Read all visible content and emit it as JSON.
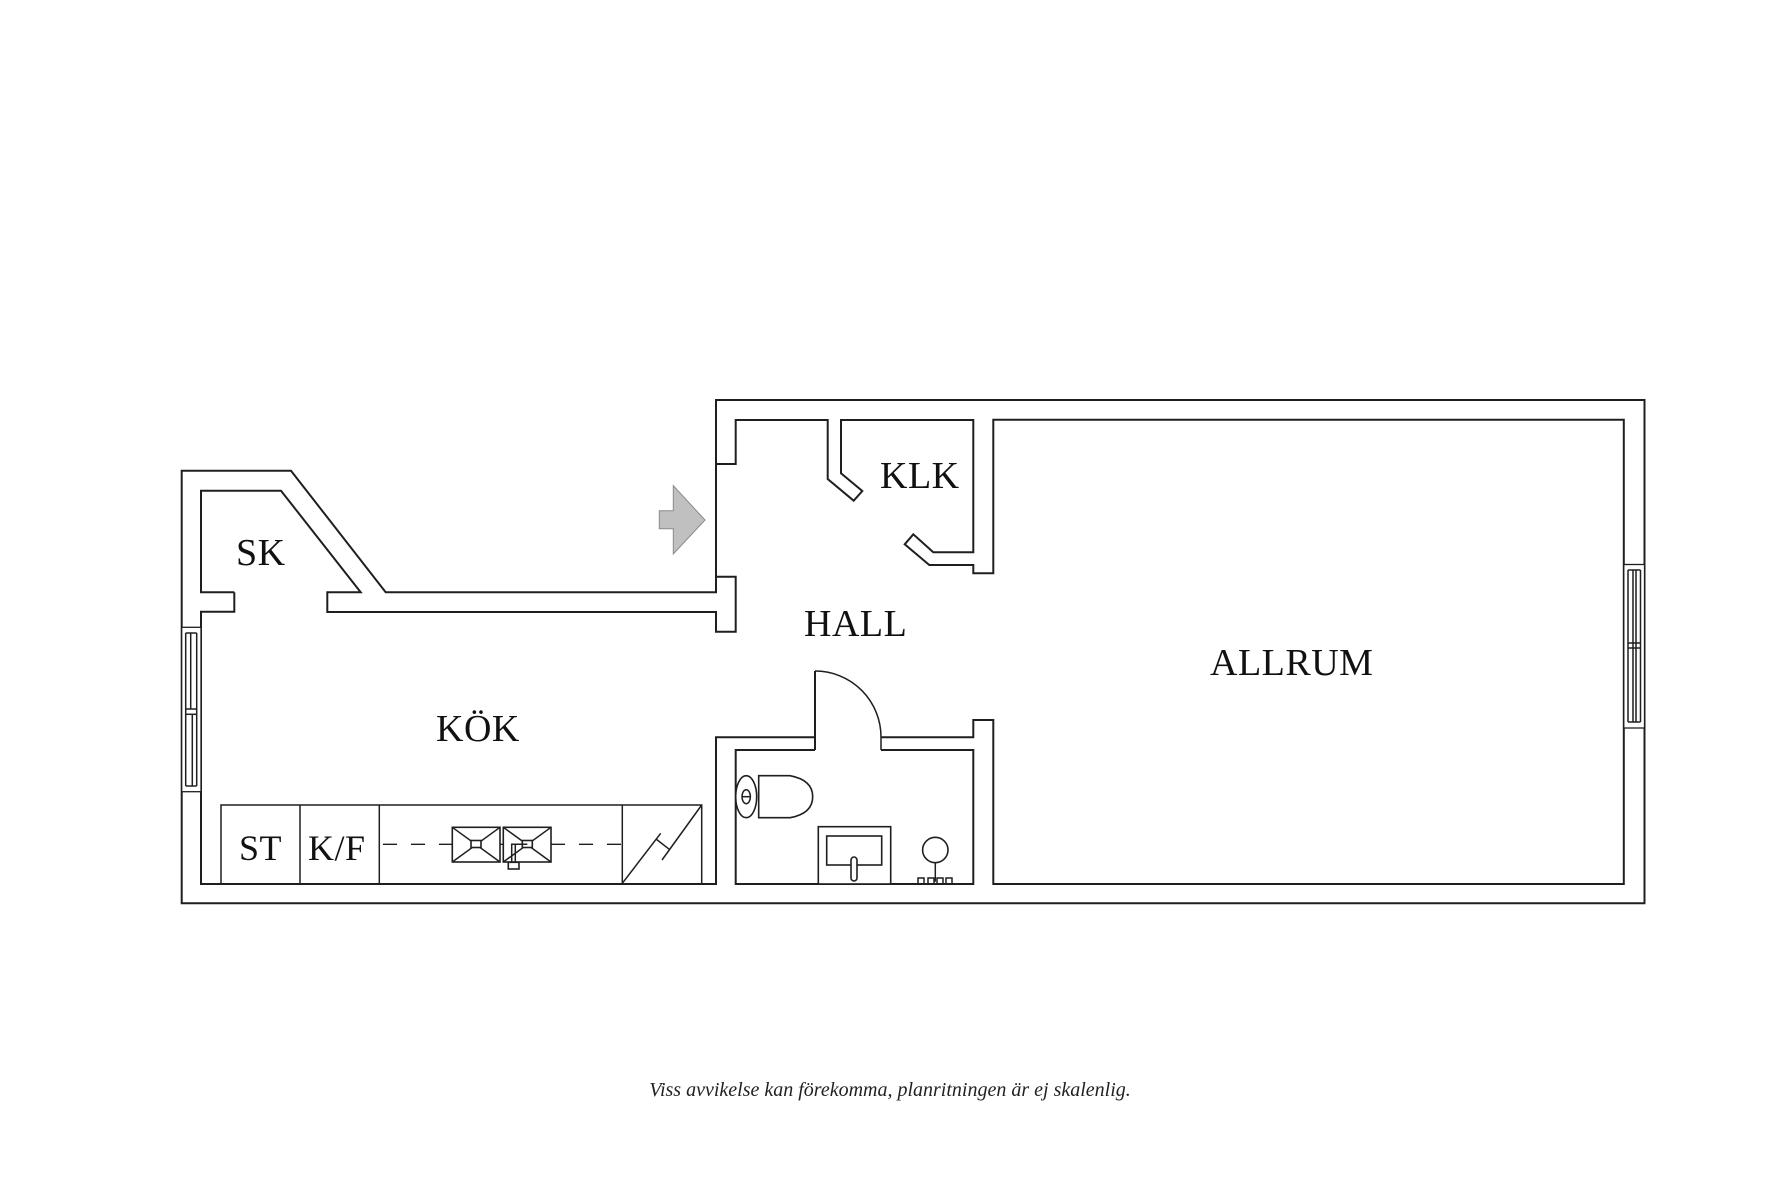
{
  "floorplan": {
    "rooms": [
      {
        "id": "sk",
        "label": "SK"
      },
      {
        "id": "kok",
        "label": "KÖK"
      },
      {
        "id": "hall",
        "label": "HALL"
      },
      {
        "id": "klk",
        "label": "KLK"
      },
      {
        "id": "allrum",
        "label": "ALLRUM"
      }
    ],
    "fixtures": {
      "st": "ST",
      "kf": "K/F"
    },
    "entrance_arrow_color": "#c0c0c0",
    "line_color": "#1f1f1f"
  },
  "caption": "Viss avvikelse kan förekomma, planritningen är ej skalenlig."
}
